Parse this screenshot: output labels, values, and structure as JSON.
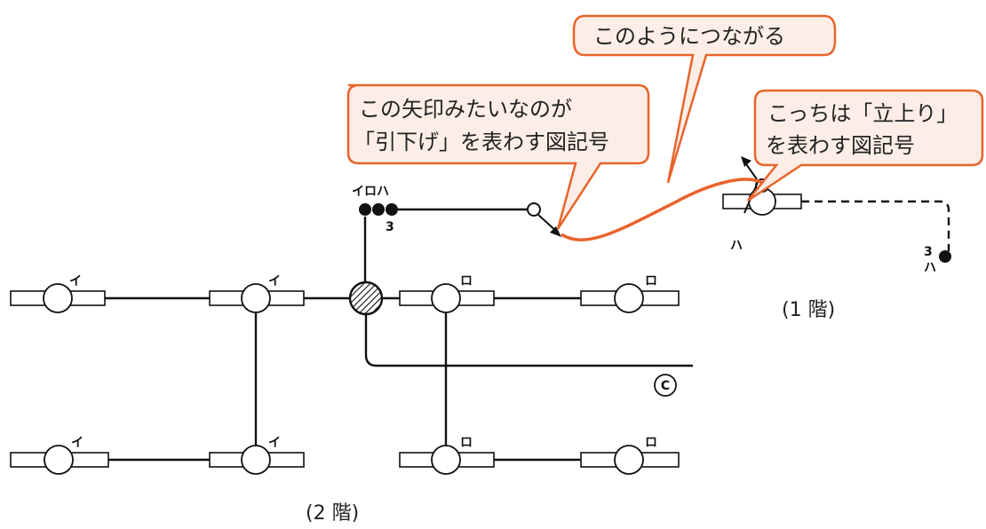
{
  "callouts": {
    "connect": "このようにつながる",
    "pulldown_line1": "この矢印みたいなのが",
    "pulldown_line2": "「引下げ」を表わす図記号",
    "riseup_line1": "こっちは「立上り」",
    "riseup_line2": "を表わす図記号"
  },
  "labels": {
    "circuit_group": "イロハ",
    "circuit_count": "3",
    "riser_count": "3",
    "riser_circuit": "ハ",
    "riser_fixture": "ハ",
    "fixture_i": "イ",
    "fixture_ro": "ロ",
    "panel_mark": "C"
  },
  "floors": {
    "first": "(1 階)",
    "second": "(2 階)"
  },
  "colors": {
    "accent": "#E8642C",
    "callout_fill": "#FCEEE6",
    "line": "#111111"
  }
}
